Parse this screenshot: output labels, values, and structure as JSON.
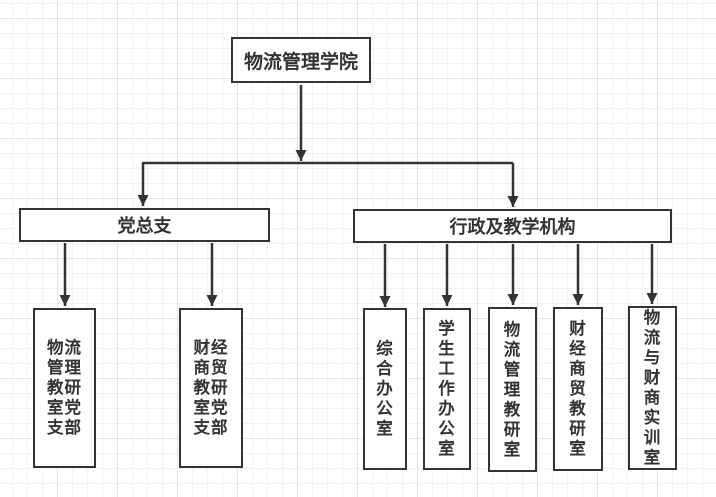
{
  "diagram": {
    "nodes": {
      "root": {
        "label": "物流管理学院"
      },
      "party": {
        "label": "党总支"
      },
      "admin": {
        "label": "行政及教学机构"
      },
      "party_children": [
        {
          "label": "物流\n管理\n教研\n室党\n支部"
        },
        {
          "label": "财经\n商贸\n教研\n室党\n支部"
        }
      ],
      "admin_children": [
        {
          "label": "综\n合\n办\n公\n室"
        },
        {
          "label": "学\n生\n工\n作\n办\n公\n室"
        },
        {
          "label": "物\n流\n管\n理\n教\n研\n室"
        },
        {
          "label": "财\n经\n商\n贸\n教\n研\n室"
        },
        {
          "label": "物\n流\n与\n财\n商\n实\n训\n室"
        }
      ]
    },
    "edges": [
      {
        "from": "root",
        "to": "party"
      },
      {
        "from": "root",
        "to": "admin"
      },
      {
        "from": "party",
        "to": "party_children.0"
      },
      {
        "from": "party",
        "to": "party_children.1"
      },
      {
        "from": "admin",
        "to": "admin_children.0"
      },
      {
        "from": "admin",
        "to": "admin_children.1"
      },
      {
        "from": "admin",
        "to": "admin_children.2"
      },
      {
        "from": "admin",
        "to": "admin_children.3"
      },
      {
        "from": "admin",
        "to": "admin_children.4"
      }
    ],
    "colors": {
      "line": "#333333",
      "box_border": "#333333",
      "box_fill": "#ffffff",
      "text": "#333333",
      "grid_minor": "#f2f2f5",
      "grid_major": "#e4e4e8"
    }
  }
}
